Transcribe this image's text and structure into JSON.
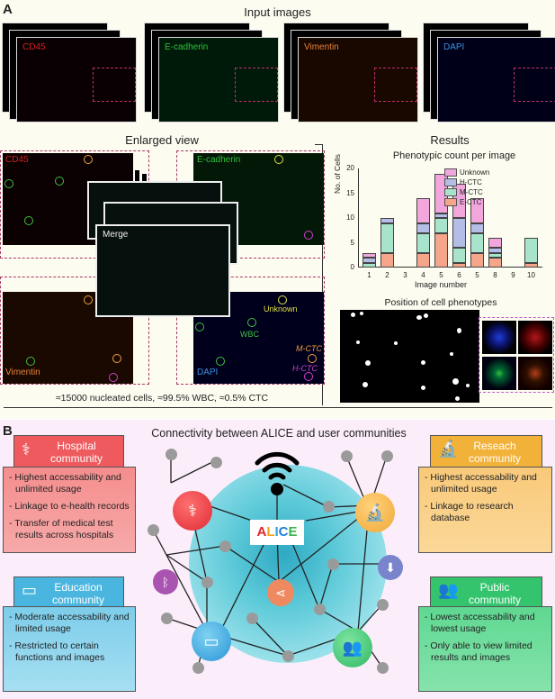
{
  "panel_a": {
    "letter": "A",
    "input_title": "Input images",
    "input_images": [
      {
        "label": "CD45",
        "color": "#d02020",
        "bg": "#0a0003"
      },
      {
        "label": "E-cadherin",
        "color": "#2fc03a",
        "bg": "#001a0a"
      },
      {
        "label": "Vimentin",
        "color": "#e8833a",
        "bg": "#180800"
      },
      {
        "label": "DAPI",
        "color": "#3a8fe0",
        "bg": "#000018"
      }
    ],
    "enlarged_title": "Enlarged view",
    "enlarged_labels": {
      "cd45": "CD45",
      "ecad": "E-cadherin",
      "vim": "Vimentin",
      "dapi": "DAPI",
      "merge": "Merge"
    },
    "annotations": {
      "unknown": "Unknown",
      "wbc": "WBC",
      "mctc": "M-CTC",
      "hctc": "H-CTC"
    },
    "summary": "≈15000 nucleated cells, ≈99.5% WBC, ≈0.5% CTC",
    "results_title": "Results",
    "position_title": "Position of cell phenotypes"
  },
  "chart_data": {
    "type": "bar",
    "stacked": true,
    "title": "Phenotypic count per image",
    "xlabel": "Image number",
    "ylabel": "No. of Cells",
    "ylim": [
      0,
      20
    ],
    "yticks": [
      0,
      5,
      10,
      15,
      20
    ],
    "categories": [
      "1",
      "2",
      "3",
      "4",
      "5",
      "6",
      "5",
      "8",
      "9",
      "10"
    ],
    "series": [
      {
        "name": "E-CTC",
        "color": "#f5a58a",
        "values": [
          0,
          3,
          0,
          3,
          7,
          1,
          3,
          2,
          0,
          1
        ]
      },
      {
        "name": "M-CTC",
        "color": "#a8e4cc",
        "values": [
          1,
          6,
          0,
          4,
          3,
          3,
          4,
          1,
          0,
          5
        ]
      },
      {
        "name": "H-CTC",
        "color": "#b3bde6",
        "values": [
          1,
          1,
          0,
          2,
          1,
          6,
          2,
          1,
          0,
          0
        ]
      },
      {
        "name": "Unknown",
        "color": "#f2a6dc",
        "values": [
          1,
          0,
          0,
          5,
          8,
          7,
          5,
          2,
          0,
          0
        ]
      }
    ],
    "legend": [
      "Unknown",
      "H-CTC",
      "M-CTC",
      "E-CTC"
    ],
    "legend_position": "upper right"
  },
  "panel_b": {
    "letter": "B",
    "title": "Connectivity between ALICE and user communities",
    "center_label": {
      "A": "A",
      "L": "L",
      "I": "I",
      "C": "C",
      "E": "E"
    },
    "communities": {
      "hospital": {
        "title": "Hospital community",
        "color": "#ee5a5e",
        "body_bg": "#f58d8d",
        "points": [
          "- Highest accessability and unlimited usage",
          "- Linkage to e-health records",
          "- Transfer of medical test results across hospitals"
        ]
      },
      "research": {
        "title": "Reseach community",
        "color": "#f2b23a",
        "body_bg": "#f9c97a",
        "points": [
          "- Highest accessability and unlimited usage",
          "- Linkage to research database"
        ]
      },
      "education": {
        "title": "Education community",
        "color": "#4ab6e0",
        "body_bg": "#7dcdea",
        "points": [
          "- Moderate accessability and limited usage",
          "- Restricted to certain functions and images"
        ]
      },
      "public": {
        "title": "Public community",
        "color": "#35c46e",
        "body_bg": "#5fd891",
        "points": [
          "- Lowest accessability and lowest usage",
          "- Only able to view limited results and images"
        ]
      }
    }
  }
}
